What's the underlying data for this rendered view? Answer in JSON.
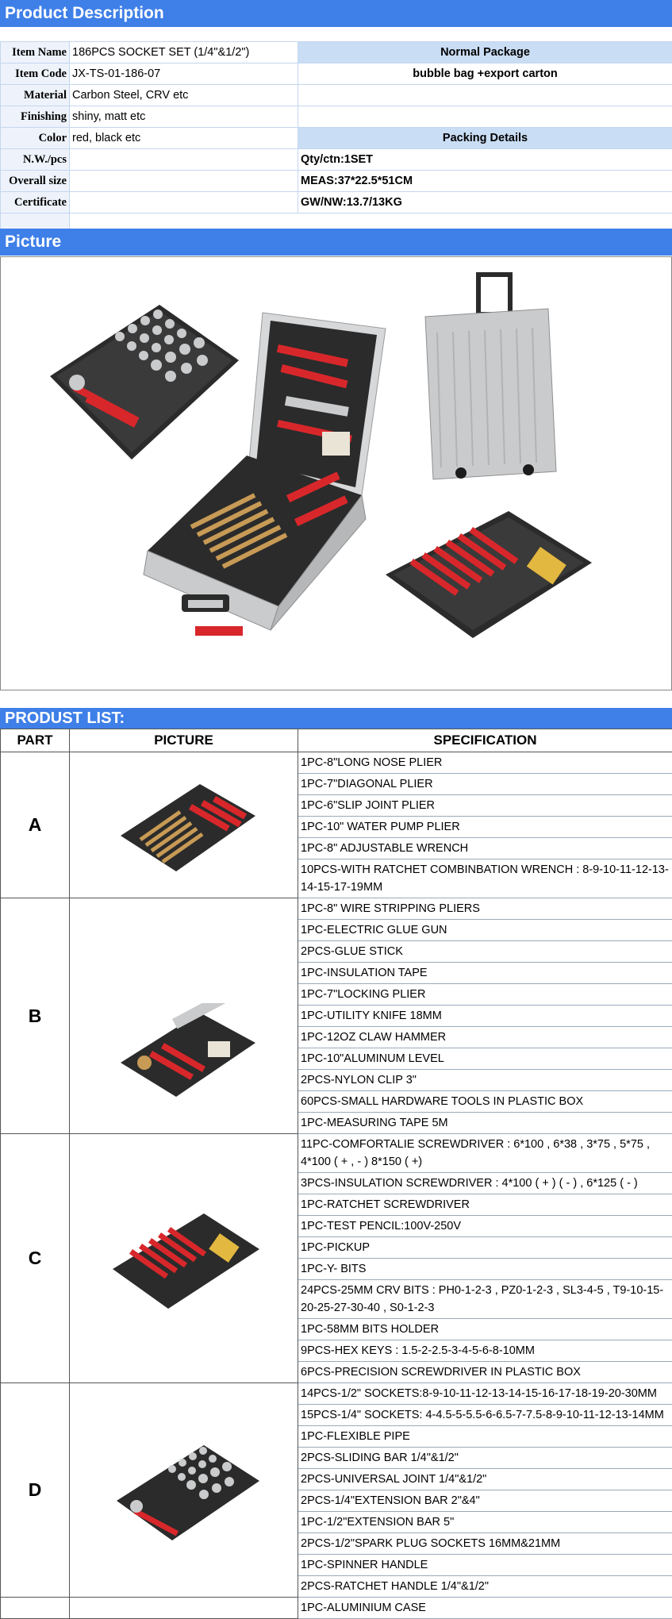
{
  "sections": {
    "description_title": "Product Description",
    "picture_title": "Picture",
    "list_title": "PRODUST LIST:"
  },
  "info": {
    "rows": [
      {
        "label": "Item Name",
        "value": "186PCS SOCKET SET (1/4\"&1/2\")",
        "right": "Normal Package"
      },
      {
        "label": "Item Code",
        "value": "JX-TS-01-186-07",
        "right": "bubble bag +export carton"
      },
      {
        "label": "Material",
        "value": "Carbon Steel, CRV etc",
        "right": ""
      },
      {
        "label": "Finishing",
        "value": "shiny, matt etc",
        "right": ""
      },
      {
        "label": "Color",
        "value": "red, black etc",
        "right": "Packing Details"
      },
      {
        "label": "N.W./pcs",
        "value": "",
        "right": "Qty/ctn:1SET"
      },
      {
        "label": "Overall size",
        "value": "",
        "right": "MEAS:37*22.5*51CM"
      },
      {
        "label": "Certificate",
        "value": "",
        "right": "GW/NW:13.7/13KG"
      }
    ]
  },
  "product_list": {
    "headers": [
      "PART",
      "PICTURE",
      "SPECIFICATION"
    ],
    "parts": [
      "A",
      "B",
      "C",
      "D"
    ],
    "specs": [
      "1PC-8\"LONG NOSE PLIER",
      "1PC-7\"DIAGONAL PLIER",
      "1PC-6\"SLIP JOINT PLIER",
      "1PC-10\" WATER PUMP PLIER",
      "1PC-8\" ADJUSTABLE WRENCH",
      "10PCS-WITH RATCHET  COMBINBATION WRENCH : 8-9-10-11-12-13-14-15-17-19MM",
      "1PC-8\" WIRE STRIPPING PLIERS",
      "1PC-ELECTRIC GLUE GUN",
      "2PCS-GLUE STICK",
      "1PC-INSULATION TAPE",
      "1PC-7\"LOCKING PLIER",
      "1PC-UTILITY KNIFE 18MM",
      "1PC-12OZ CLAW HAMMER",
      "1PC-10\"ALUMINUM LEVEL",
      "2PCS-NYLON CLIP 3\"",
      "60PCS-SMALL HARDWARE TOOLS IN PLASTIC BOX",
      "1PC-MEASURING TAPE 5M",
      "11PC-COMFORTALIE SCREWDRIVER : 6*100 , 6*38 , 3*75 , 5*75 , 4*100 ( + , - ) 8*150 ( +)",
      "3PCS-INSULATION SCREWDRIVER : 4*100 ( + )  ( - )  , 6*125 ( - )",
      "1PC-RATCHET SCREWDRIVER",
      "1PC-TEST PENCIL:100V-250V",
      "1PC-PICKUP",
      "1PC-Y- BITS",
      "24PCS-25MM CRV BITS  : PH0-1-2-3 , PZ0-1-2-3 , SL3-4-5 , T9-10-15-20-25-27-30-40 , S0-1-2-3",
      "1PC-58MM BITS HOLDER",
      "9PCS-HEX KEYS : 1.5-2-2.5-3-4-5-6-8-10MM",
      "6PCS-PRECISION SCREWDRIVER IN PLASTIC BOX",
      "14PCS-1/2\" SOCKETS:8-9-10-11-12-13-14-15-16-17-18-19-20-30MM",
      "15PCS-1/4\" SOCKETS: 4-4.5-5-5.5-6-6.5-7-7.5-8-9-10-11-12-13-14MM",
      "1PC-FLEXIBLE PIPE",
      "2PCS-SLIDING BAR 1/4\"&1/2\"",
      "2PCS-UNIVERSAL JOINT 1/4\"&1/2\"",
      "2PCS-1/4\"EXTENSION BAR 2\"&4\"",
      "1PC-1/2\"EXTENSION BAR 5\"",
      "2PCS-1/2\"SPARK PLUG SOCKETS 16MM&21MM",
      "1PC-SPINNER HANDLE",
      "2PCS-RATCHET HANDLE 1/4\"&1/2\"",
      "1PC-ALUMINIUM CASE"
    ]
  },
  "colors": {
    "header_blue": "#3e7fe8",
    "band_blue": "#c9ddf4",
    "tool_red": "#d8272b",
    "tray_black": "#2b2b2b",
    "case_silver": "#c9cbcd"
  }
}
